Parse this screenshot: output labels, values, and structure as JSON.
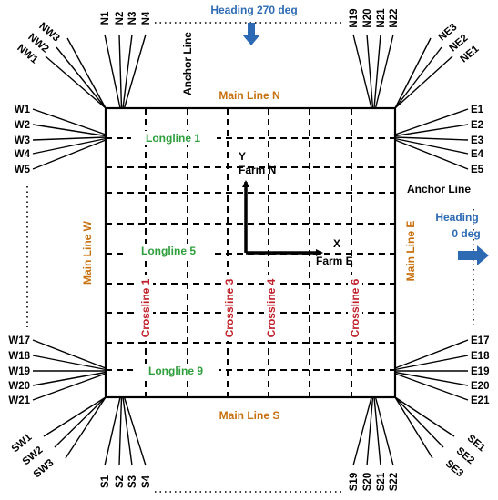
{
  "colors": {
    "main_line": "#c7700e",
    "longline": "#2f9e3c",
    "crossline": "#c0202a",
    "heading": "#2d6ab3",
    "line": "#000000"
  },
  "labels": {
    "heading_270": "Heading 270 deg",
    "heading_0_a": "Heading",
    "heading_0_b": "0 deg",
    "anchor_line_top": "Anchor Line",
    "anchor_line_right": "Anchor Line",
    "main_line_n": "Main Line N",
    "main_line_s": "Main Line S",
    "main_line_w": "Main Line W",
    "main_line_e": "Main Line E",
    "longline_1": "Longline 1",
    "longline_5": "Longline 5",
    "longline_9": "Longline 9",
    "crossline_1": "Crossline 1",
    "crossline_3": "Crossline 3",
    "crossline_4": "Crossline 4",
    "crossline_6": "Crossline 6",
    "axis_y_a": "Y",
    "axis_y_b": "Farm N",
    "axis_x_a": "X",
    "axis_x_b": "Farm E"
  },
  "anchors": {
    "north_left": [
      "N1",
      "N2",
      "N3",
      "N4"
    ],
    "north_right": [
      "N19",
      "N20",
      "N21",
      "N22"
    ],
    "south_left": [
      "S1",
      "S2",
      "S3",
      "S4"
    ],
    "south_right": [
      "S19",
      "S20",
      "S21",
      "S22"
    ],
    "west_top": [
      "W1",
      "W2",
      "W3",
      "W4",
      "W5"
    ],
    "west_bottom": [
      "W17",
      "W18",
      "W19",
      "W20",
      "W21"
    ],
    "east_top": [
      "E1",
      "E2",
      "E3",
      "E4",
      "E5"
    ],
    "east_bottom": [
      "E17",
      "E18",
      "E19",
      "E20",
      "E21"
    ],
    "nw": [
      "NW1",
      "NW2",
      "NW3"
    ],
    "ne": [
      "NE1",
      "NE2",
      "NE3"
    ],
    "sw": [
      "SW1",
      "SW2",
      "SW3"
    ],
    "se": [
      "SE1",
      "SE2",
      "SE3"
    ]
  }
}
